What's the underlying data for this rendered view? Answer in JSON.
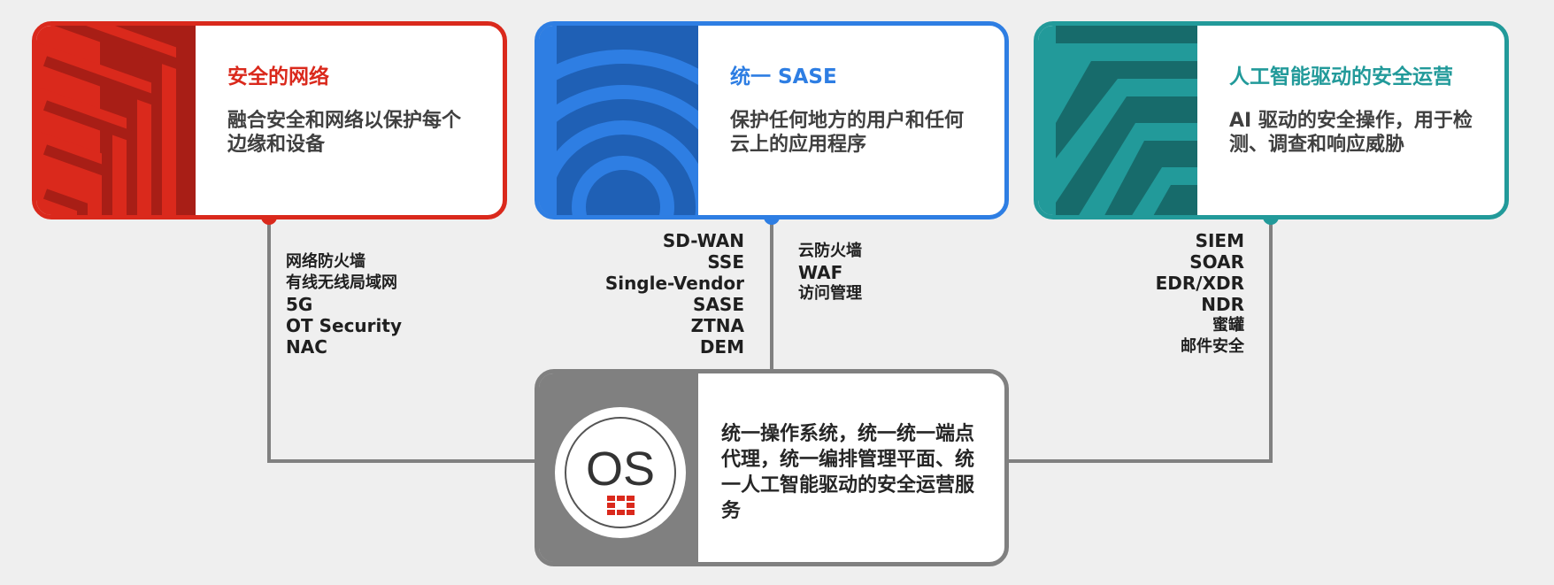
{
  "cards": {
    "secure_network": {
      "title": "安全的网络",
      "desc": "融合安全和网络以保护每个边缘和设备",
      "accent": "#da291c"
    },
    "sase": {
      "title": "统一 SASE",
      "desc": "保护任何地方的用户和任何云上的应用程序",
      "accent": "#2e7ee3"
    },
    "ai_secops": {
      "title": "人工智能驱动的安全运营",
      "desc": "AI 驱动的安全操作，用于检测、调查和响应威胁",
      "accent": "#229a9a"
    },
    "os": {
      "badge": "OS",
      "desc": "统一操作系统，统一统一端点代理，统一编排管理平面、统一人工智能驱动的安全运营服务",
      "accent": "#808080"
    }
  },
  "lists": {
    "network_products": [
      "网络防火墙",
      "有线无线局域网",
      "5G",
      "OT Security",
      "NAC"
    ],
    "sase_left": [
      "SD-WAN",
      "SSE",
      "Single-Vendor",
      "SASE",
      "ZTNA",
      "DEM"
    ],
    "sase_right": [
      "云防火墙",
      "WAF",
      "访问管理"
    ],
    "secops_products": [
      "SIEM",
      "SOAR",
      "EDR/XDR",
      "NDR",
      "蜜罐",
      "邮件安全"
    ]
  }
}
